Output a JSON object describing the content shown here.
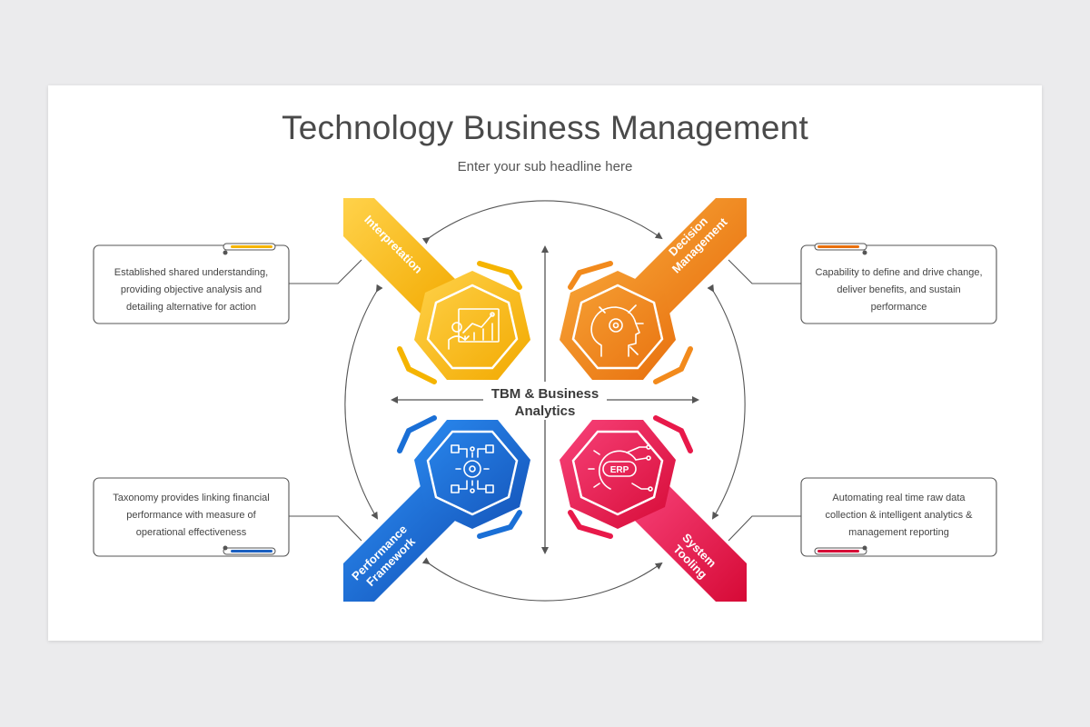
{
  "title": "Technology Business Management",
  "subtitle": "Enter your sub headline here",
  "center": {
    "line1": "TBM & Business",
    "line2": "Analytics"
  },
  "segments": [
    {
      "label_line1": "Interpretation",
      "label_line2": "",
      "color": "#f5b400",
      "icon": "analytics-presentation-icon",
      "desc_line1": "Established shared understanding,",
      "desc_line2": "providing objective analysis and",
      "desc_line3": "detailing alternative for action"
    },
    {
      "label_line1": "Decision",
      "label_line2": "Management",
      "color": "#f28a1c",
      "icon": "head-gear-icon",
      "desc_line1": "Capability to define and drive change,",
      "desc_line2": "deliver benefits, and sustain",
      "desc_line3": "performance"
    },
    {
      "label_line1": "Performance",
      "label_line2": "Framework",
      "color": "#1a6fd6",
      "icon": "gear-network-icon",
      "desc_line1": "Taxonomy provides linking financial",
      "desc_line2": "performance with measure of",
      "desc_line3": "operational effectiveness"
    },
    {
      "label_line1": "System",
      "label_line2": "Tooling",
      "color": "#e8194a",
      "icon": "erp-gear-icon",
      "erp_text": "ERP",
      "desc_line1": "Automating real time raw data",
      "desc_line2": "collection & intelligent analytics &",
      "desc_line3": "management reporting"
    }
  ]
}
